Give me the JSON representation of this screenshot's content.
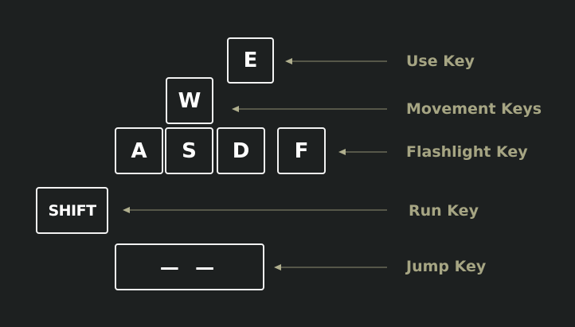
{
  "keys": {
    "e": "E",
    "w": "W",
    "a": "A",
    "s": "S",
    "d": "D",
    "f": "F",
    "shift": "SHIFT",
    "space": "— —"
  },
  "labels": {
    "use": "Use Key",
    "movement": "Movement Keys",
    "flashlight": "Flashlight Key",
    "run": "Run Key",
    "jump": "Jump Key"
  },
  "colors": {
    "background": "#1d2020",
    "key_border": "#f2f2f2",
    "label": "#a6a583",
    "arrow": "#8f8e72"
  }
}
